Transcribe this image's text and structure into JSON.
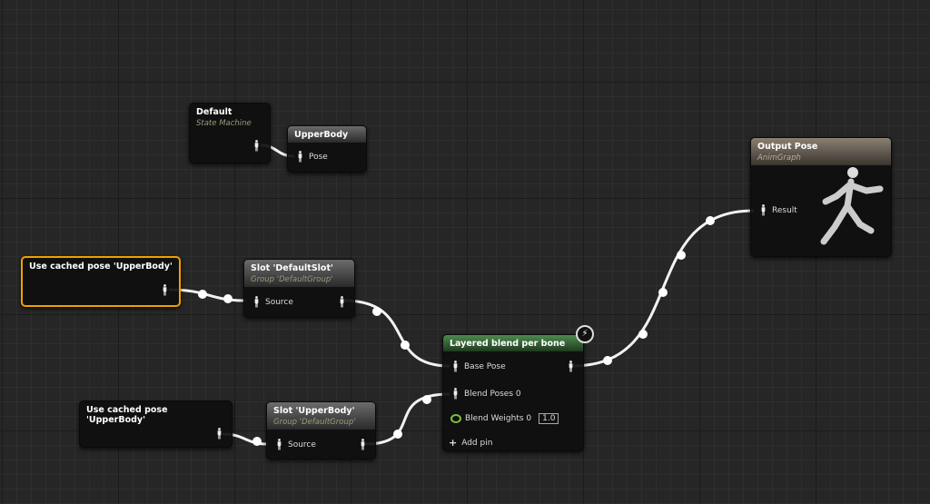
{
  "nodes": {
    "default_sm": {
      "title": "Default",
      "subtitle": "State Machine"
    },
    "upperbody": {
      "title": "UpperBody",
      "pin": "Pose"
    },
    "output_pose": {
      "title": "Output Pose",
      "subtitle": "AnimGraph",
      "pin": "Result"
    },
    "cached1": {
      "title": "Use cached pose 'UpperBody'"
    },
    "slot_default": {
      "title": "Slot 'DefaultSlot'",
      "subtitle": "Group 'DefaultGroup'",
      "pin": "Source"
    },
    "cached2": {
      "title": "Use cached pose 'UpperBody'"
    },
    "slot_upper": {
      "title": "Slot 'UpperBody'",
      "subtitle": "Group 'DefaultGroup'",
      "pin": "Source"
    },
    "layered": {
      "title": "Layered blend per bone",
      "base_pose": "Base Pose",
      "blend_poses": "Blend Poses 0",
      "blend_weights": "Blend Weights 0",
      "blend_weight_value": "1.0",
      "add_pin": "Add pin"
    }
  },
  "colors": {
    "selection": "#f0a000",
    "weight_pin": "#7bc142"
  }
}
